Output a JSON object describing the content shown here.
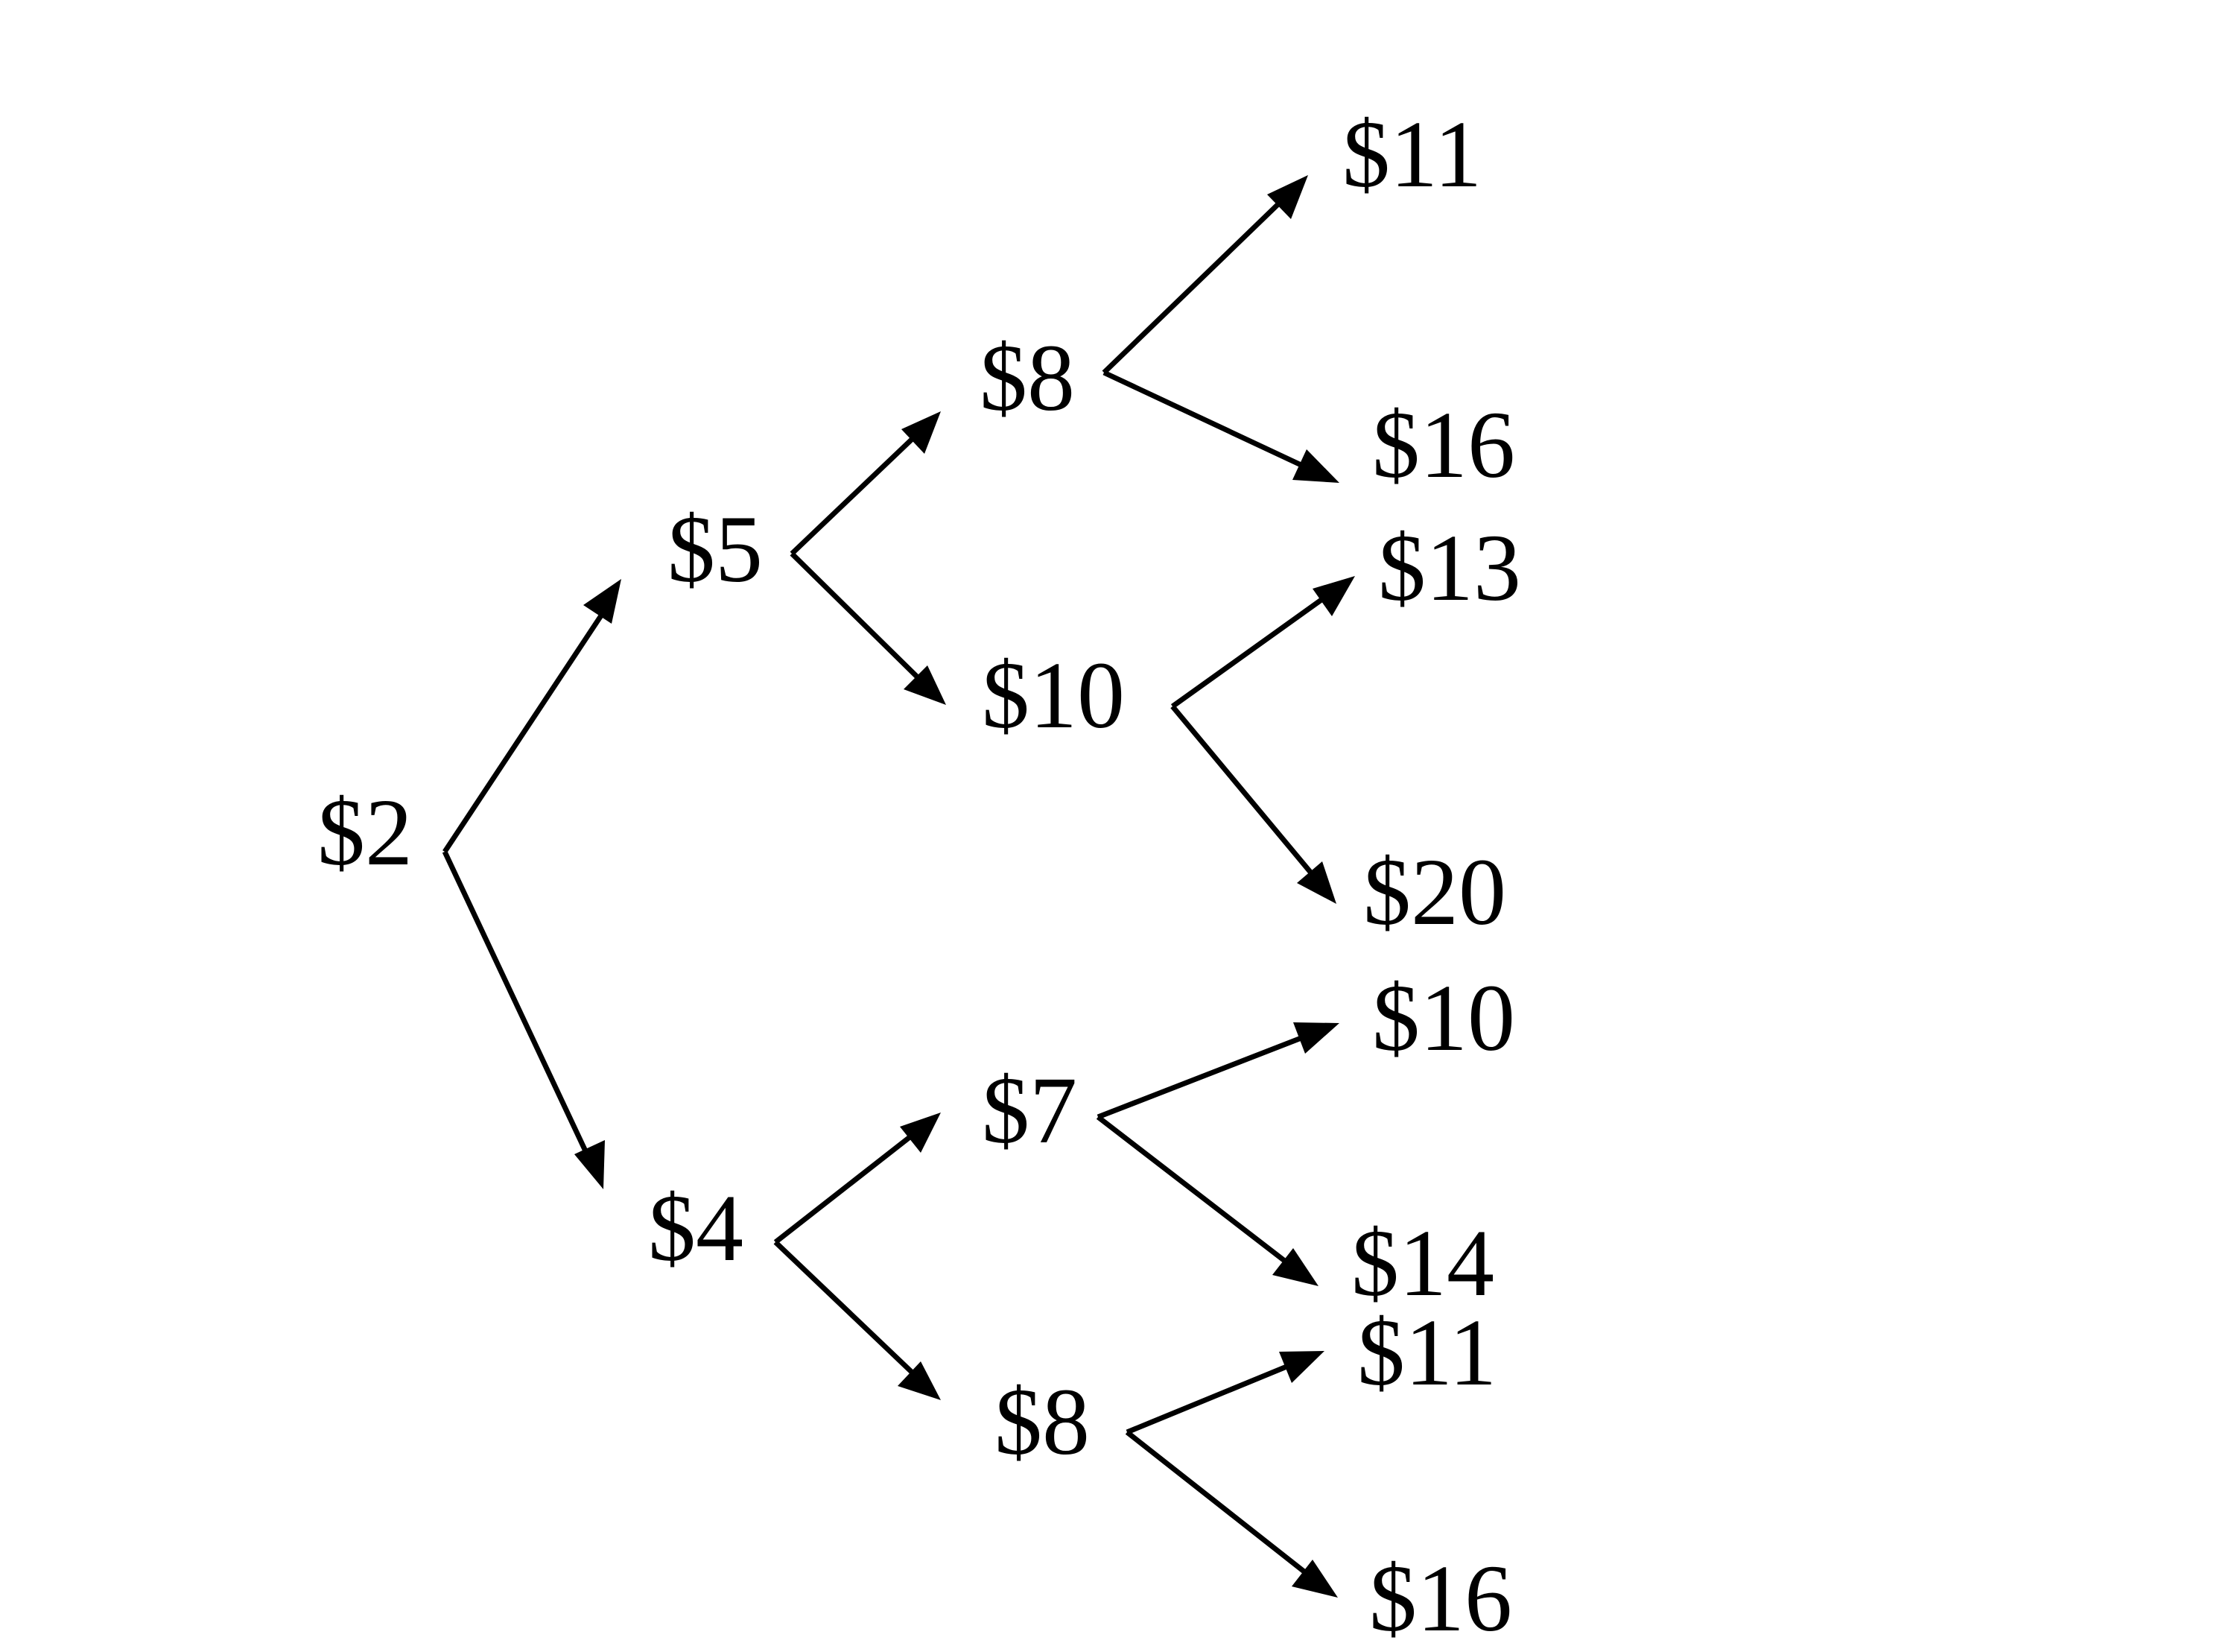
{
  "tree": {
    "root": {
      "label": "$2",
      "up": {
        "label": "$5",
        "up": {
          "label": "$8",
          "up": {
            "label": "$11"
          },
          "down": {
            "label": "$16"
          }
        },
        "down": {
          "label": "$10",
          "up": {
            "label": "$13"
          },
          "down": {
            "label": "$20"
          }
        }
      },
      "down": {
        "label": "$4",
        "up": {
          "label": "$7",
          "up": {
            "label": "$10"
          },
          "down": {
            "label": "$14"
          }
        },
        "down": {
          "label": "$8",
          "up": {
            "label": "$11"
          },
          "down": {
            "label": "$16"
          }
        }
      }
    }
  },
  "colors": {
    "line": "#000000",
    "text": "#000000",
    "background": "#ffffff"
  }
}
